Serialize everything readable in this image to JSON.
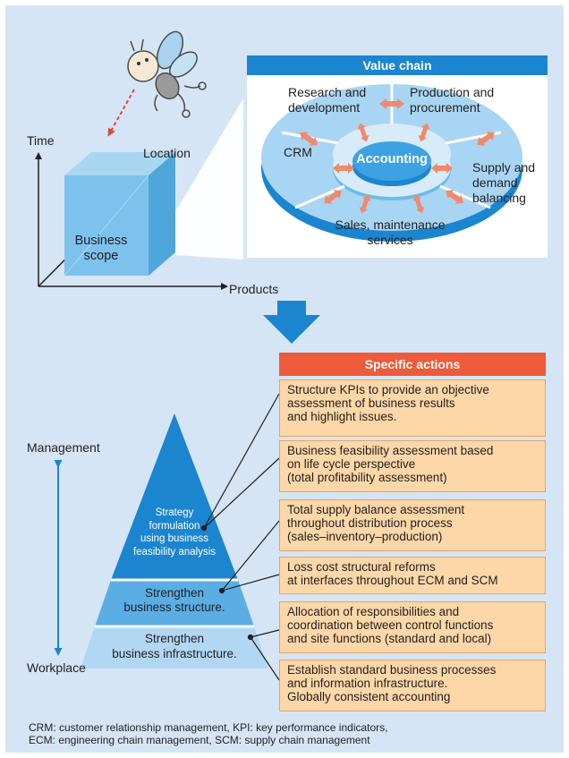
{
  "axes": {
    "time": "Time",
    "location": "Location",
    "products": "Products",
    "business_scope": "Business\nscope"
  },
  "value_chain": {
    "title": "Value chain",
    "center": "Accounting",
    "research": "Research and\ndevelopment",
    "production": "Production and\nprocurement",
    "crm": "CRM",
    "supply": "Supply and\ndemand\nbalancing",
    "sales": "Sales, maintenance\nservices"
  },
  "pyramid": {
    "management": "Management",
    "workplace": "Workplace",
    "top": "Strategy\nformulation\nusing business\nfeasibility analysis",
    "middle": "Strengthen\nbusiness structure.",
    "bottom": "Strengthen\nbusiness infrastructure."
  },
  "actions": {
    "title": "Specific actions",
    "items": [
      "Structure KPIs to provide an objective\nassessment of business results\nand highlight issues.",
      "Business feasibility assessment based\non life cycle perspective\n(total profitability assessment)",
      "Total supply balance assessment\nthroughout distribution process\n(sales–inventory–production)",
      "Loss cost structural reforms\nat interfaces throughout ECM and SCM",
      "Allocation of responsibilities and\ncoordination between control functions\nand site functions (standard and local)",
      "Establish standard business processes\nand information infrastructure.\nGlobally consistent accounting"
    ]
  },
  "footnote": {
    "line1": "CRM: customer relationship management, KPI: key performance indicators,",
    "line2": "ECM: engineering chain management, SCM: supply chain management"
  },
  "colors": {
    "background": "#d5e5f5",
    "accent_blue": "#1b85cf",
    "accent_red": "#ef5a3a",
    "action_fill": "#fdd7a8",
    "arrow_orange": "#f08a6a"
  }
}
